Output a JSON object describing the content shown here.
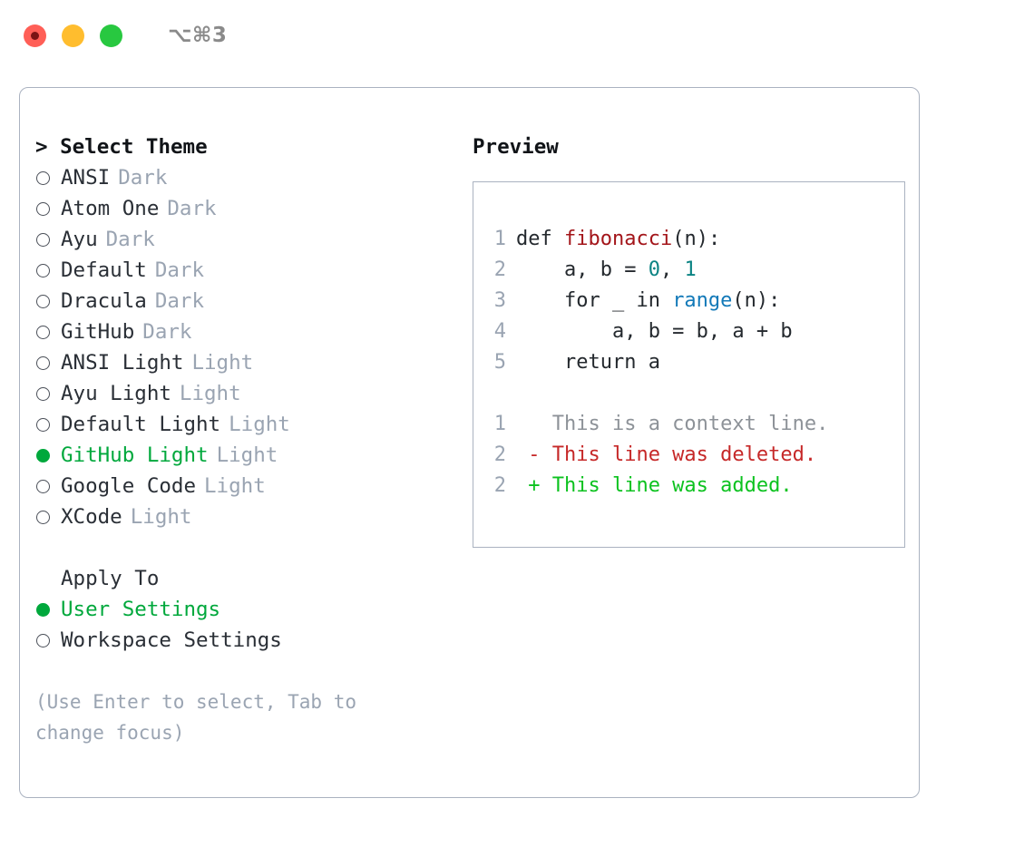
{
  "titlebar": {
    "shortcut": "⌥⌘3",
    "controls": [
      {
        "name": "close",
        "color": "#ff5f57"
      },
      {
        "name": "minimize",
        "color": "#ffbd2e"
      },
      {
        "name": "maximize",
        "color": "#28c840"
      }
    ]
  },
  "theme_list": {
    "header": "> Select Theme",
    "items": [
      {
        "label": "ANSI",
        "suffix": "Dark",
        "selected": false
      },
      {
        "label": "Atom One",
        "suffix": "Dark",
        "selected": false
      },
      {
        "label": "Ayu",
        "suffix": "Dark",
        "selected": false
      },
      {
        "label": "Default",
        "suffix": "Dark",
        "selected": false
      },
      {
        "label": "Dracula",
        "suffix": "Dark",
        "selected": false
      },
      {
        "label": "GitHub",
        "suffix": "Dark",
        "selected": false
      },
      {
        "label": "ANSI Light",
        "suffix": "Light",
        "selected": false
      },
      {
        "label": "Ayu Light",
        "suffix": "Light",
        "selected": false
      },
      {
        "label": "Default Light",
        "suffix": "Light",
        "selected": false
      },
      {
        "label": "GitHub Light",
        "suffix": "Light",
        "selected": true
      },
      {
        "label": "Google Code",
        "suffix": "Light",
        "selected": false
      },
      {
        "label": "XCode",
        "suffix": "Light",
        "selected": false
      }
    ]
  },
  "apply_to": {
    "header": "Apply To",
    "items": [
      {
        "label": "User Settings",
        "selected": true
      },
      {
        "label": "Workspace Settings",
        "selected": false
      }
    ]
  },
  "hint": "(Use Enter to select, Tab to change focus)",
  "preview": {
    "title": "Preview",
    "code_lines": [
      {
        "num": "1",
        "tokens": [
          {
            "text": "def ",
            "kind": "plain"
          },
          {
            "text": "fibonacci",
            "kind": "fn"
          },
          {
            "text": "(n):",
            "kind": "plain"
          }
        ]
      },
      {
        "num": "2",
        "tokens": [
          {
            "text": "    a, b = ",
            "kind": "plain"
          },
          {
            "text": "0",
            "kind": "num"
          },
          {
            "text": ", ",
            "kind": "plain"
          },
          {
            "text": "1",
            "kind": "num"
          }
        ]
      },
      {
        "num": "3",
        "tokens": [
          {
            "text": "    for _ in ",
            "kind": "plain"
          },
          {
            "text": "range",
            "kind": "call"
          },
          {
            "text": "(n):",
            "kind": "plain"
          }
        ]
      },
      {
        "num": "4",
        "tokens": [
          {
            "text": "        a, b = b, a + b",
            "kind": "plain"
          }
        ]
      },
      {
        "num": "5",
        "tokens": [
          {
            "text": "    return a",
            "kind": "plain"
          }
        ]
      }
    ],
    "diff_lines": [
      {
        "num": "1",
        "marker": "  ",
        "text": "This is a context line.",
        "kind": "ctx"
      },
      {
        "num": "2",
        "marker": "- ",
        "text": "This line was deleted.",
        "kind": "del"
      },
      {
        "num": "2",
        "marker": "+ ",
        "text": "This line was added.",
        "kind": "add"
      }
    ]
  },
  "colors": {
    "accent_green": "#00a83c",
    "muted": "#9aa4b2",
    "border": "#aab2c0",
    "code_fn": "#a3151a",
    "code_num": "#0b8383",
    "code_call": "#1279b8",
    "diff_del": "#c62828",
    "diff_add": "#0cc21f"
  }
}
